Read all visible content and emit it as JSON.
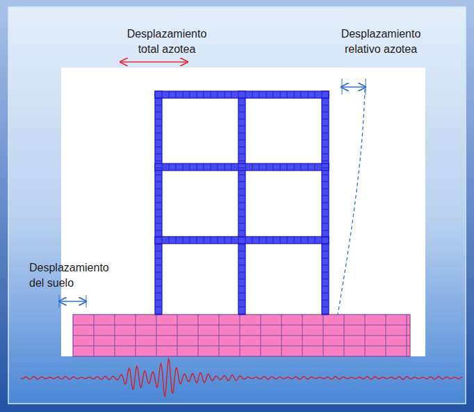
{
  "diagram": {
    "labels": [
      "Desplazamiento total azotea",
      "Desplazamiento relativo azotea",
      "Desplazamiento del suelo"
    ]
  }
}
